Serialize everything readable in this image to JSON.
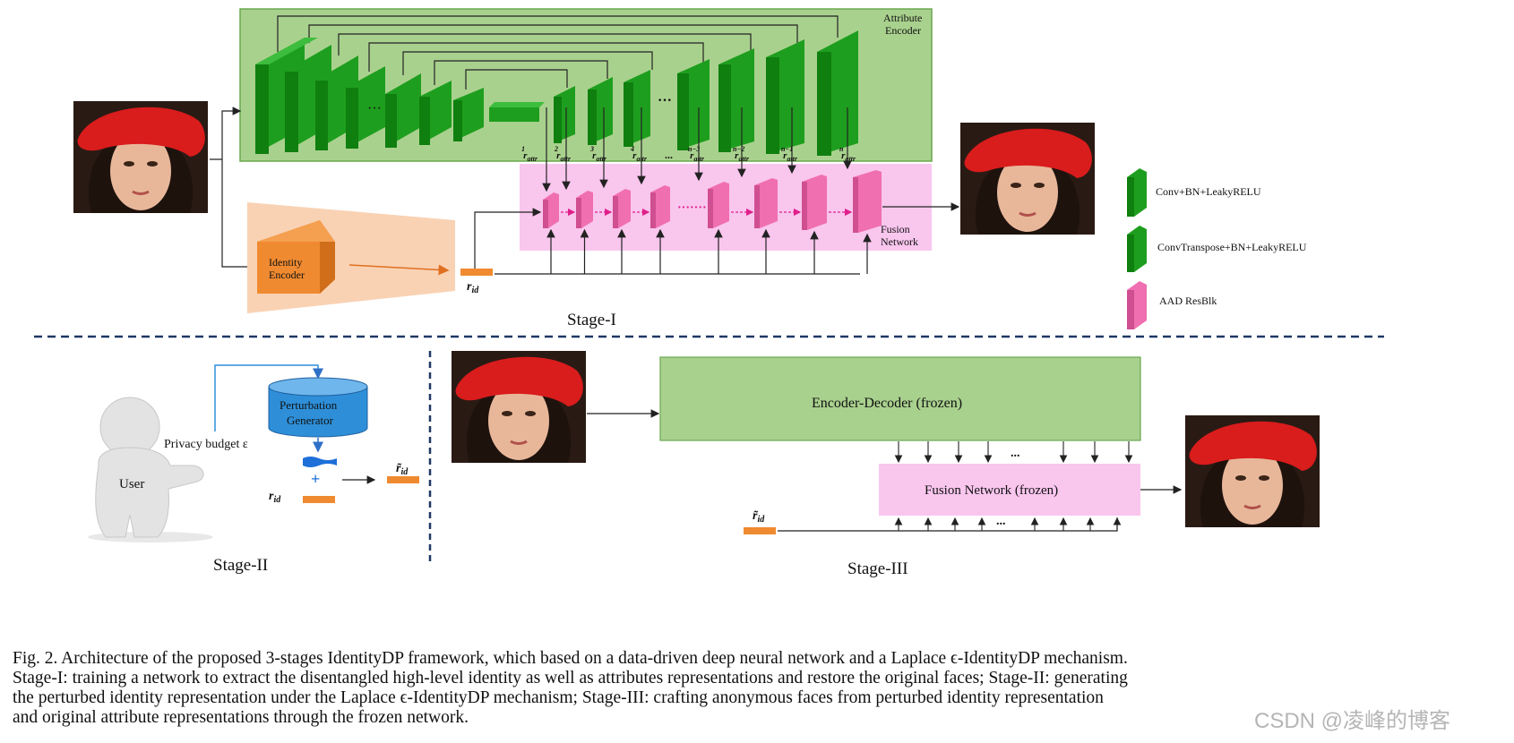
{
  "stage1": {
    "attr_encoder_label_1": "Attribute",
    "attr_encoder_label_2": "Encoder",
    "identity_encoder_label_1": "Identity",
    "identity_encoder_label_2": "Encoder",
    "r_id": "r",
    "r_id_sub": "id",
    "fusion_label_1": "Fusion",
    "fusion_label_2": "Network",
    "enc_dots": "···",
    "dec_dots": "···",
    "fusion_dots": "·······",
    "r_attr_base": "r",
    "r_attr_sub": "attr",
    "r_attr_sups": [
      "1",
      "2",
      "3",
      "4",
      "n−3",
      "n−2",
      "n−1",
      "n"
    ],
    "r_attr_dots": "...",
    "stage_label": "Stage-I"
  },
  "legend": {
    "items": [
      "Conv+BN+LeakyRELU",
      "ConvTranspose+BN+LeakyRELU",
      "AAD ResBlk"
    ],
    "colors": [
      "#22a722",
      "#22a722",
      "#f06fb0"
    ]
  },
  "stage2": {
    "generator_1": "Perturbation",
    "generator_2": "Generator",
    "budget": "Privacy budget ε",
    "user": "User",
    "plus": "+",
    "r_id_base": "r",
    "r_id_sub": "id",
    "r_tilde_base": "r̃",
    "stage_label": "Stage-II"
  },
  "stage3": {
    "encoder_decoder": "Encoder-Decoder (frozen)",
    "fusion": "Fusion Network (frozen)",
    "dots_top": "...",
    "dots_bottom": "...",
    "r_tilde_base": "r̃",
    "r_tilde_sub": "id",
    "stage_label": "Stage-III"
  },
  "caption": {
    "line1": "Fig. 2.   Architecture of the proposed 3-stages IdentityDP framework, which based on a data-driven deep neural network and a Laplace ϵ-IdentityDP mechanism.",
    "line2": "Stage-I: training a network to extract the disentangled high-level identity as well as attributes representations and restore the original faces; Stage-II: generating",
    "line3": "the perturbed identity representation under the Laplace ϵ-IdentityDP mechanism; Stage-III: crafting anonymous faces from perturbed identity representation",
    "line4": "and original attribute representations through the frozen network."
  },
  "watermark": "CSDN @凌峰的博客",
  "colors": {
    "green_box": "#a9d18e",
    "green_block": "#1e9e1e",
    "pink_box": "#f9c6ee",
    "pink_block": "#f06fb0",
    "orange": "#f08a30",
    "blue": "#2e8fd8",
    "navy_dash": "#1f3864"
  }
}
